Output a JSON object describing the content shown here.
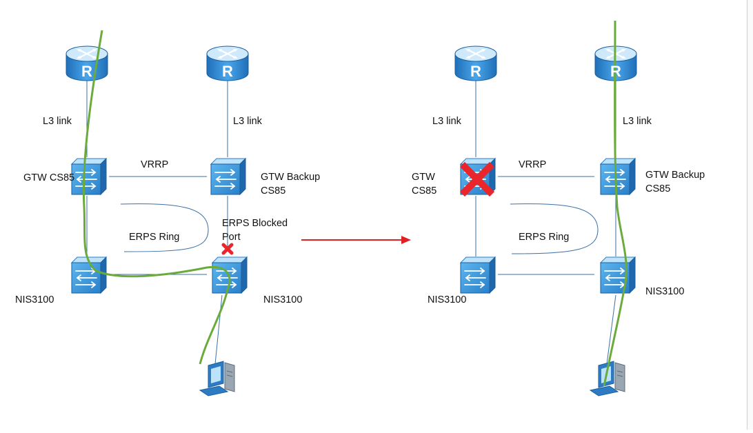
{
  "colors": {
    "link": "#3a6fa8",
    "path": "#6aab3c",
    "arrow": "#e02020",
    "fail": "#e8262b",
    "device": "#3b8fd6",
    "device_top": "#bfe3fb"
  },
  "icons": [
    "router-icon",
    "switch-icon",
    "pc-icon",
    "fail-x-icon",
    "arrow-icon"
  ],
  "before": {
    "router_left": {
      "glyph": "R"
    },
    "router_right": {
      "glyph": "R"
    },
    "l3_left": "L3 link",
    "l3_right": "L3 link",
    "gtw_label": "GTW CS85",
    "vrrp": "VRRP",
    "backup_line1": "GTW Backup",
    "backup_line2": "CS85",
    "erps_ring": "ERPS Ring",
    "blocked_line1": "ERPS Blocked",
    "blocked_line2": "Port",
    "nis_left": "NIS3100",
    "nis_right": "NIS3100"
  },
  "after": {
    "router_left": {
      "glyph": "R"
    },
    "router_right": {
      "glyph": "R"
    },
    "l3_left": "L3 link",
    "l3_right": "L3 link",
    "gtw_line1": "GTW",
    "gtw_line2": "CS85",
    "vrrp": "VRRP",
    "backup_line1": "GTW Backup",
    "backup_line2": "CS85",
    "erps_ring": "ERPS Ring",
    "nis_left": "NIS3100",
    "nis_right": "NIS3100"
  }
}
